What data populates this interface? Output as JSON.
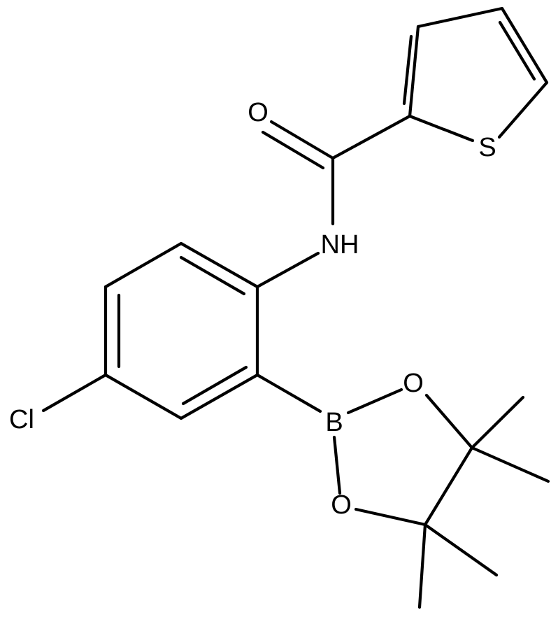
{
  "structure": {
    "atom_labels": {
      "oxygen_carbonyl": "O",
      "nitrogen": "NH",
      "sulfur": "S",
      "chlorine": "Cl",
      "boron": "B",
      "oxygen_ring_top": "O",
      "oxygen_ring_bottom": "O"
    },
    "colors": {
      "ink": "#000000",
      "background": "#ffffff"
    }
  }
}
